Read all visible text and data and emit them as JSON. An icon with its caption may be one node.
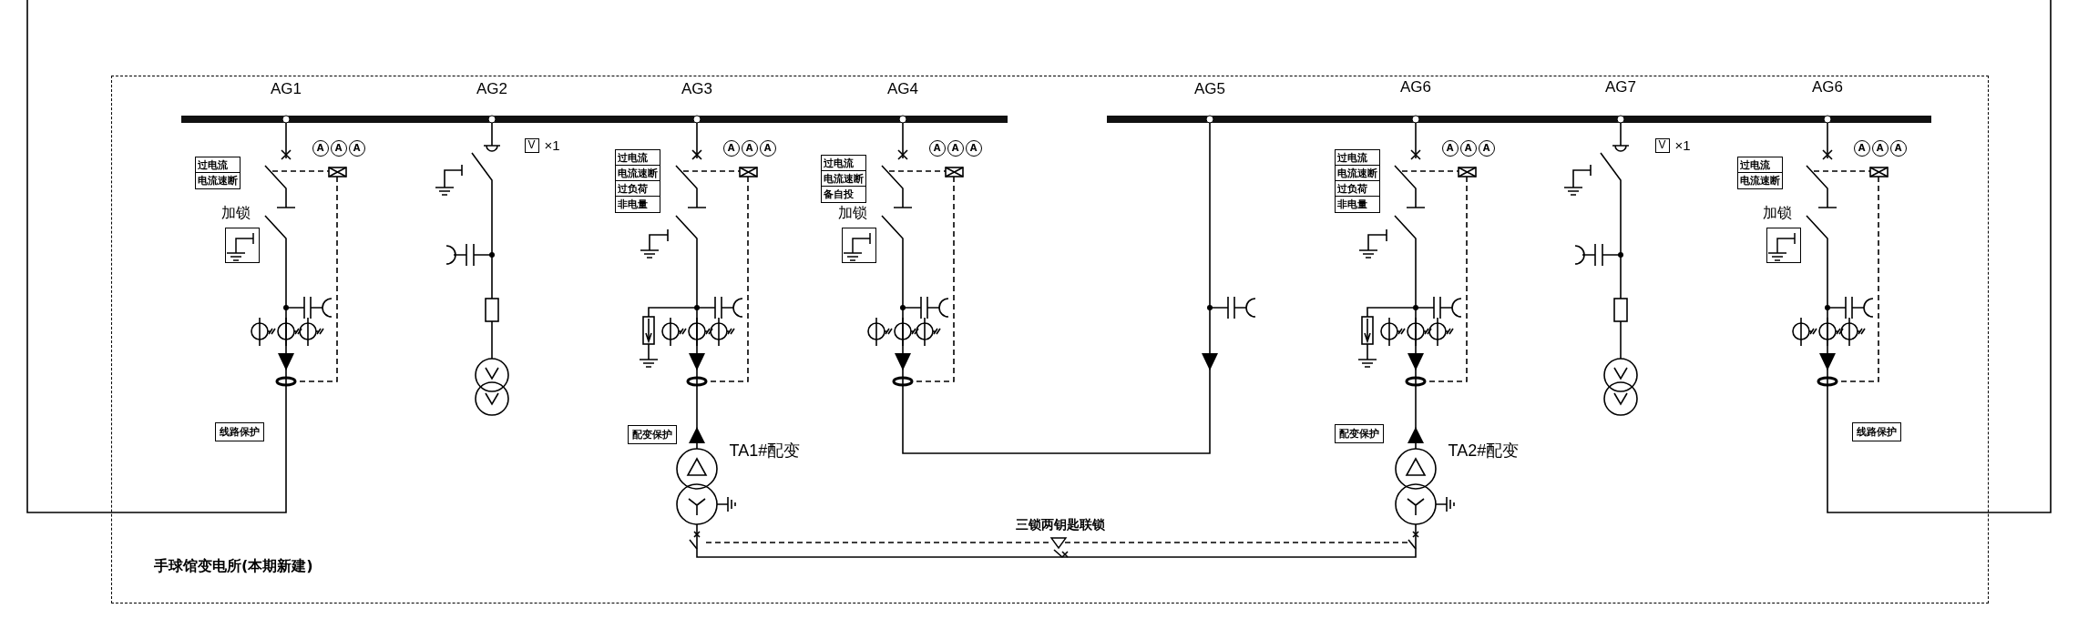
{
  "diagram": {
    "nodes": [
      {
        "text": [
          "手球馆变电所(本期新建)"
        ]
      },
      {
        "text": [
          "A"
        ],
        "in": 0
      },
      {
        "text": [
          "A"
        ],
        "in": 0
      },
      {
        "text": [
          "A"
        ],
        "in": 0
      },
      {
        "text": [
          "过电流",
          "电流速断"
        ],
        "in": 0
      },
      {
        "text": [
          "加锁"
        ],
        "in": 0
      },
      {
        "text": [
          "线路保护"
        ],
        "in": 0
      },
      {
        "text": [
          "V"
        ],
        "beside": [
          "×1"
        ],
        "in": 0
      },
      {
        "text": [
          "A"
        ],
        "in": 0
      },
      {
        "text": [
          "A"
        ],
        "in": 0
      },
      {
        "text": [
          "A"
        ],
        "in": 0
      },
      {
        "text": [
          "过电流",
          "电流速断",
          "过负荷",
          "非电量"
        ],
        "in": 0
      },
      {
        "text": [
          "配变保护"
        ],
        "in": 0
      },
      {
        "text": [],
        "shape": "circle",
        "beside": [
          "TA1#配变"
        ],
        "in": 0
      },
      {
        "text": [
          "A"
        ],
        "in": 0
      },
      {
        "text": [
          "A"
        ],
        "in": 0
      },
      {
        "text": [
          "A"
        ],
        "in": 0
      },
      {
        "text": [
          "过电流",
          "电流速断",
          "备自投"
        ],
        "in": 0
      },
      {
        "text": [
          "加锁"
        ],
        "in": 0
      },
      {
        "text": [
          "A"
        ],
        "in": 0
      },
      {
        "text": [
          "A"
        ],
        "in": 0
      },
      {
        "text": [
          "A"
        ],
        "in": 0
      },
      {
        "text": [
          "过电流",
          "电流速断",
          "过负荷",
          "非电量"
        ],
        "in": 0
      },
      {
        "text": [
          "配变保护"
        ],
        "in": 0
      },
      {
        "text": [],
        "shape": "circle",
        "beside": [
          "TA2#配变"
        ],
        "in": 0
      },
      {
        "text": [
          "V"
        ],
        "beside": [
          "×1"
        ],
        "in": 0
      },
      {
        "text": [
          "A"
        ],
        "in": 0
      },
      {
        "text": [
          "A"
        ],
        "in": 0
      },
      {
        "text": [
          "A"
        ],
        "in": 0
      },
      {
        "text": [
          "过电流",
          "电流速断"
        ],
        "in": 0
      },
      {
        "text": [
          "加锁"
        ],
        "in": 0
      },
      {
        "text": [
          "线路保护"
        ],
        "in": 0
      }
    ],
    "edges": [
      {
        "from": 13,
        "to": 24,
        "arrow": "none",
        "label": "三锁两钥匙联锁"
      }
    ],
    "labels": [
      "AG1",
      "AG2",
      "AG3",
      "AG4",
      "AG5",
      "AG6",
      "AG7",
      "AG6"
    ]
  }
}
